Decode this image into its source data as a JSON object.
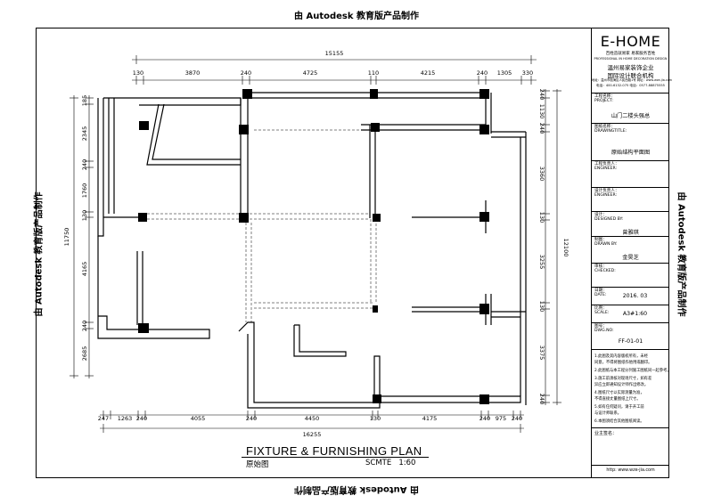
{
  "watermark": "由 Autodesk 教育版产品制作",
  "plan": {
    "title": "FIXTURE & FURNISHING PLAN",
    "subtitle": "原始图",
    "scale_label": "SCMTE",
    "scale": "1:60"
  },
  "dimensions": {
    "top_total": "15155",
    "top": [
      "130",
      "3870",
      "240",
      "4725",
      "110",
      "4215",
      "240",
      "1305",
      "330"
    ],
    "bottom_total": "16255",
    "bottom": [
      "247",
      "1263",
      "240",
      "4055",
      "240",
      "4450",
      "130",
      "4175",
      "240",
      "975",
      "240"
    ],
    "left_total": "11750",
    "left": [
      "185",
      "2345",
      "240",
      "1760",
      "130",
      "4165",
      "240",
      "2685"
    ],
    "right_total": "12100",
    "right": [
      "240",
      "1130",
      "240",
      "3360",
      "130",
      "3255",
      "130",
      "3375",
      "240"
    ]
  },
  "title_block": {
    "logo": "E-HOME",
    "logo_slogan": "百姓造就易家 易家服务百姓",
    "logo_en": "PROFESSIONAL IN HOME DECORATION DESIGN",
    "company": "温州易家装饰企业",
    "company2": "国际设计联合机构",
    "address": "地址：温州市瓯海区人民西路1号 网址：www.wze-jia.com",
    "phone": "电话：400-6132-075    电话：0577-88875555",
    "project_label": "工程名称：",
    "project_label_en": "PROJECT:",
    "project": "山门二楼头强总",
    "drawing_label": "图纸名称：",
    "drawing_label_en": "DRAWINGTITLE:",
    "drawing": "原始结构平面图",
    "engineer_label": "工程负责人：",
    "engineer_label_en": "ENGINEER:",
    "designer_label": "设计负责人：",
    "designer_label_en": "ENGINEER:",
    "design_label": "设计：",
    "design_label_en": "DESIGNED BY:",
    "design": "曾雅琪",
    "draw_label": "制图：",
    "draw_label_en": "DRAWN BY:",
    "draw": "金昊芝",
    "check_label": "审核：",
    "check_label_en": "CHECKED:",
    "date_label": "日期：",
    "date_label_en": "DATE:",
    "date": "2016. 03",
    "scale_label": "比例：",
    "scale_label_en": "SCALE:",
    "scale": "A3#1:60",
    "no_label": "图号：",
    "no_label_en": "DWG.NO:",
    "no": "FF-01-01",
    "notes": [
      "1.此图及其内容版权所有，未经",
      "  同意，不得将图纸作他用或翻印。",
      "2.此图纸与本工程分列施工图纸同一起参考。",
      "3.施工前须核对现场尺寸，如有差",
      "  异应立即通知设计师作出修改。",
      "4.图纸尺寸以实际测量为准，",
      "  不得直接丈量图纸上尺寸。",
      "5.如有任何疑问，请于开工前",
      "  与设计师联系。",
      "6.本图须结合其他图纸阅读。"
    ],
    "owner_label": "业主签名：",
    "website": "http: www.wze-jia.com"
  }
}
